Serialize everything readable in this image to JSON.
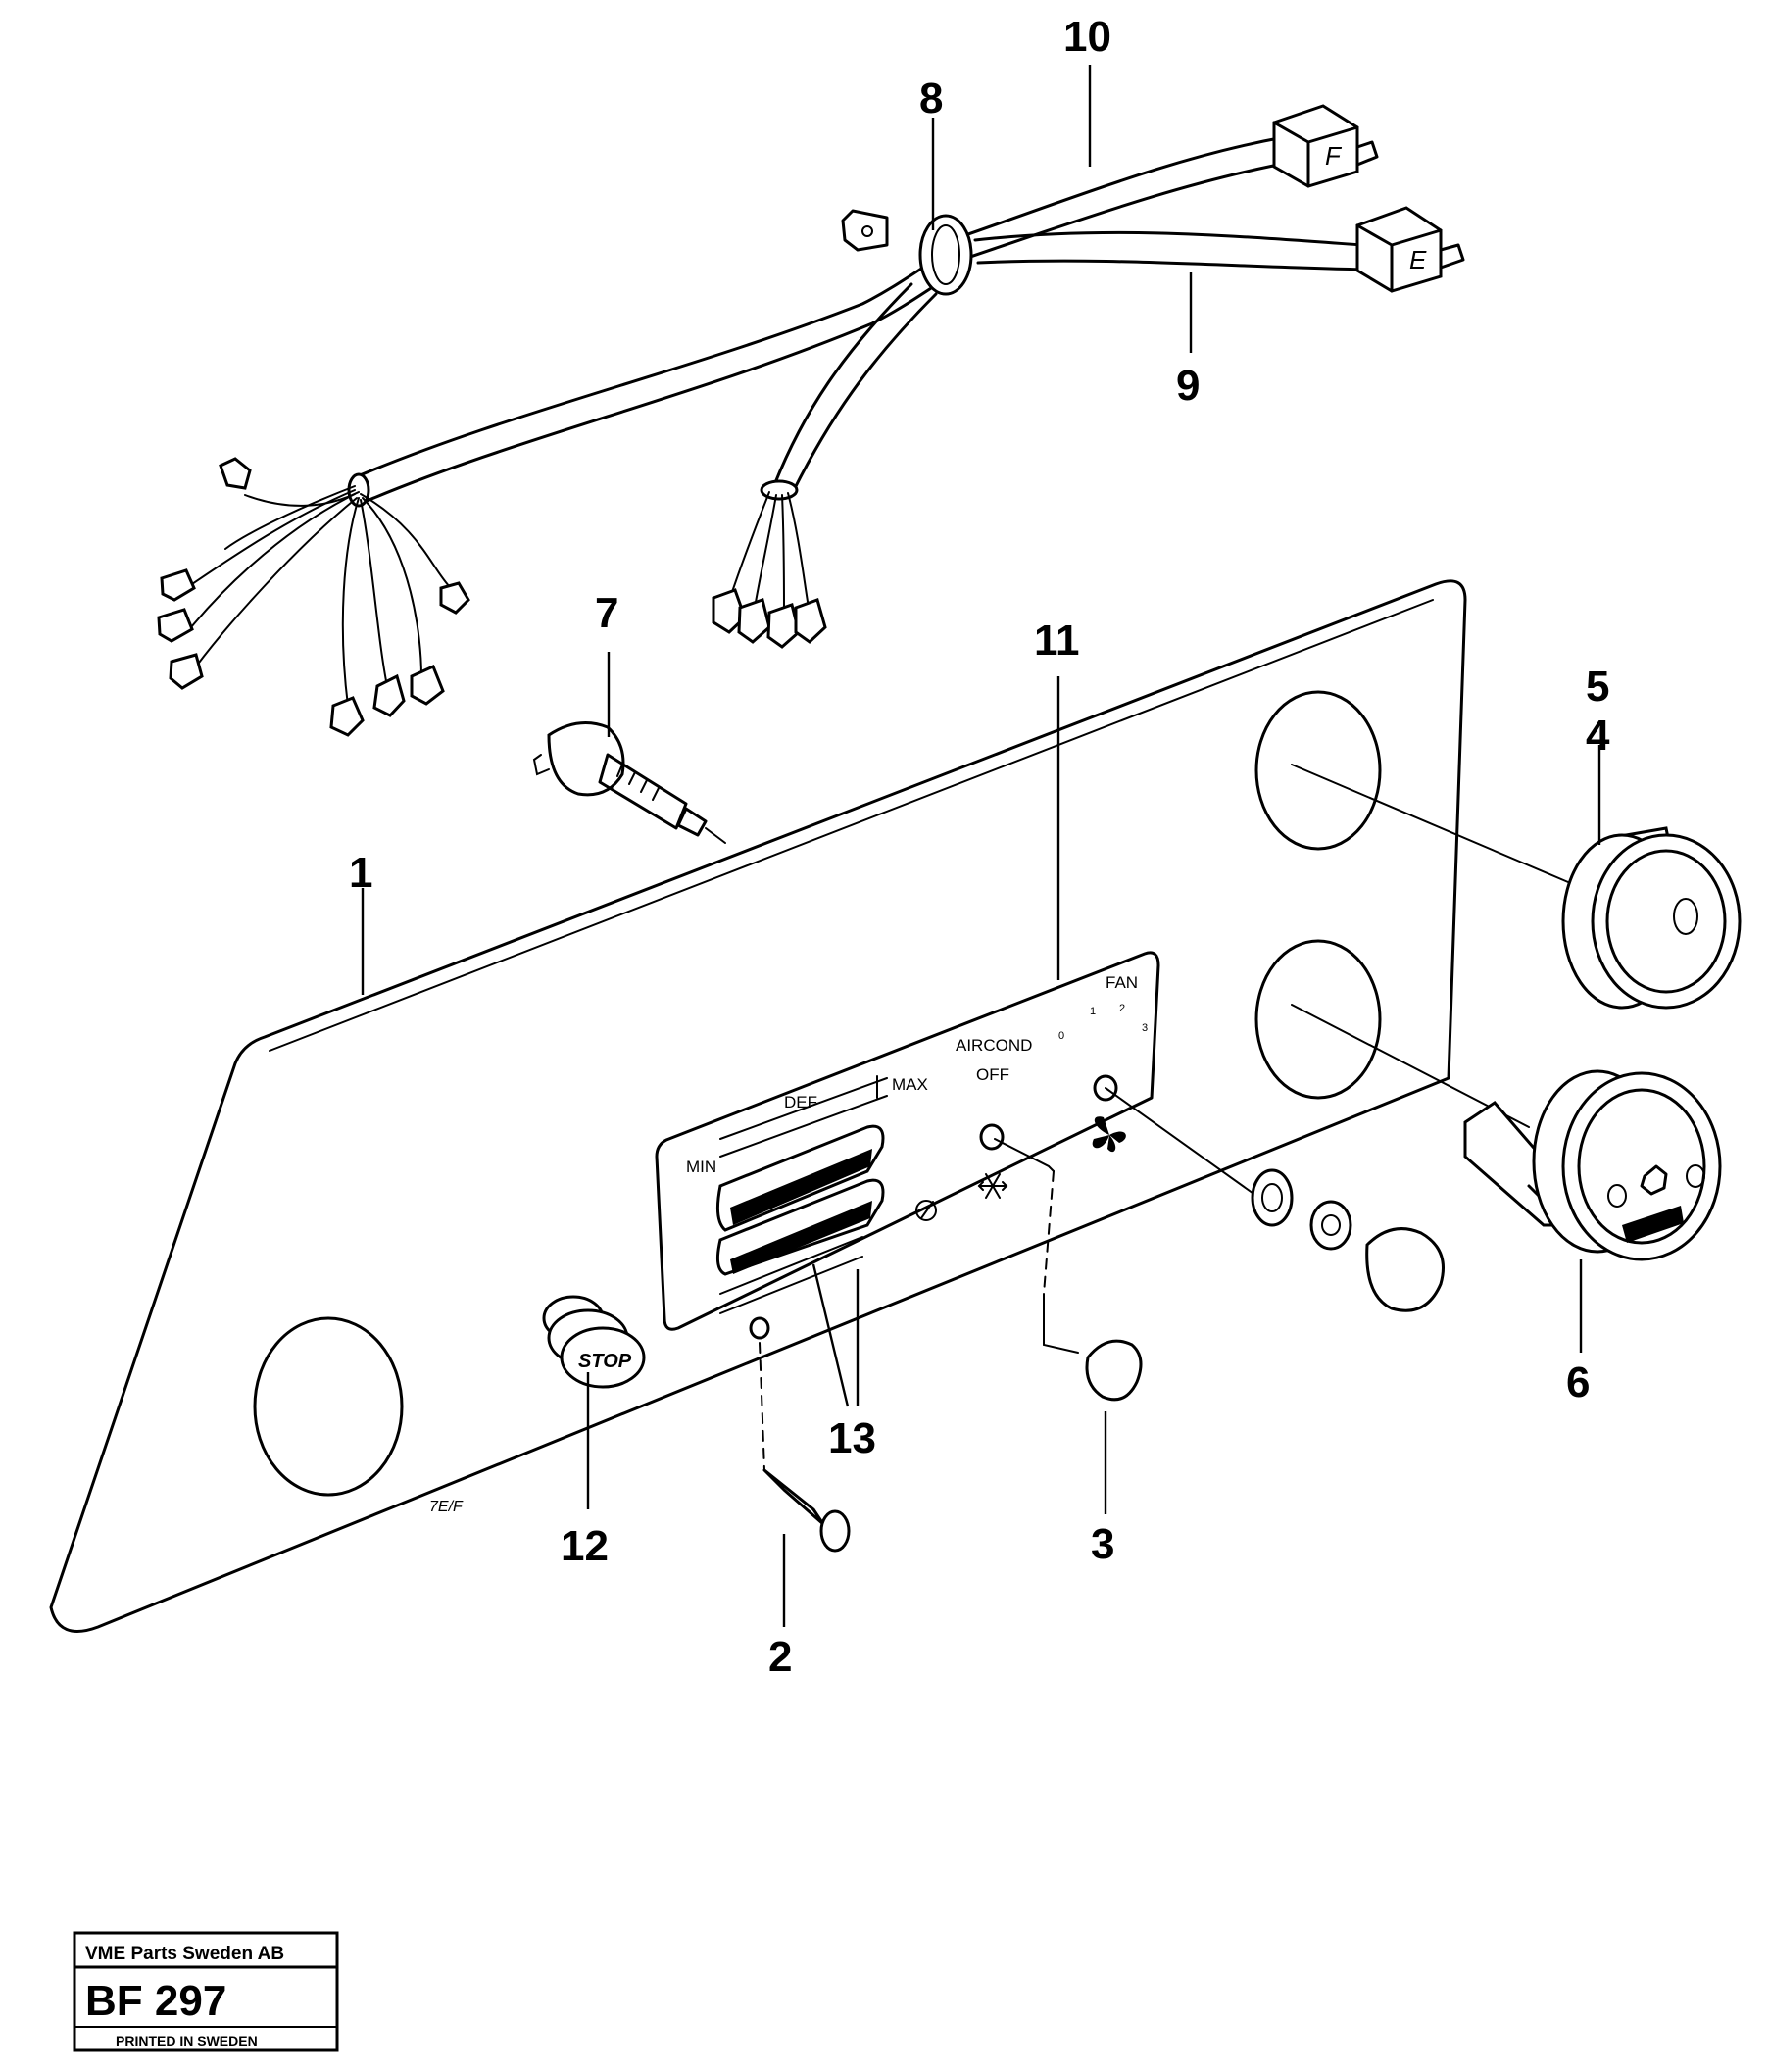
{
  "callouts": [
    "1",
    "2",
    "3",
    "4",
    "5",
    "6",
    "7",
    "8",
    "9",
    "10",
    "11",
    "12",
    "13"
  ],
  "panel_labels": {
    "def": "DEF",
    "min": "MIN",
    "max": "MAX",
    "aircond": "AIRCOND",
    "off": "OFF",
    "fan": "FAN",
    "fan_0": "0",
    "fan_1": "1",
    "fan_2": "2",
    "fan_3": "3"
  },
  "connector_labels": {
    "f": "F",
    "e": "E"
  },
  "stop_label": "STOP",
  "panel_ref": "7E/F",
  "title_block": {
    "company": "VME Parts Sweden AB",
    "ref": "BF 297",
    "printed": "PRINTED IN SWEDEN"
  },
  "icons": [
    "snowflake-icon",
    "fan-icon",
    "heater-icon"
  ]
}
